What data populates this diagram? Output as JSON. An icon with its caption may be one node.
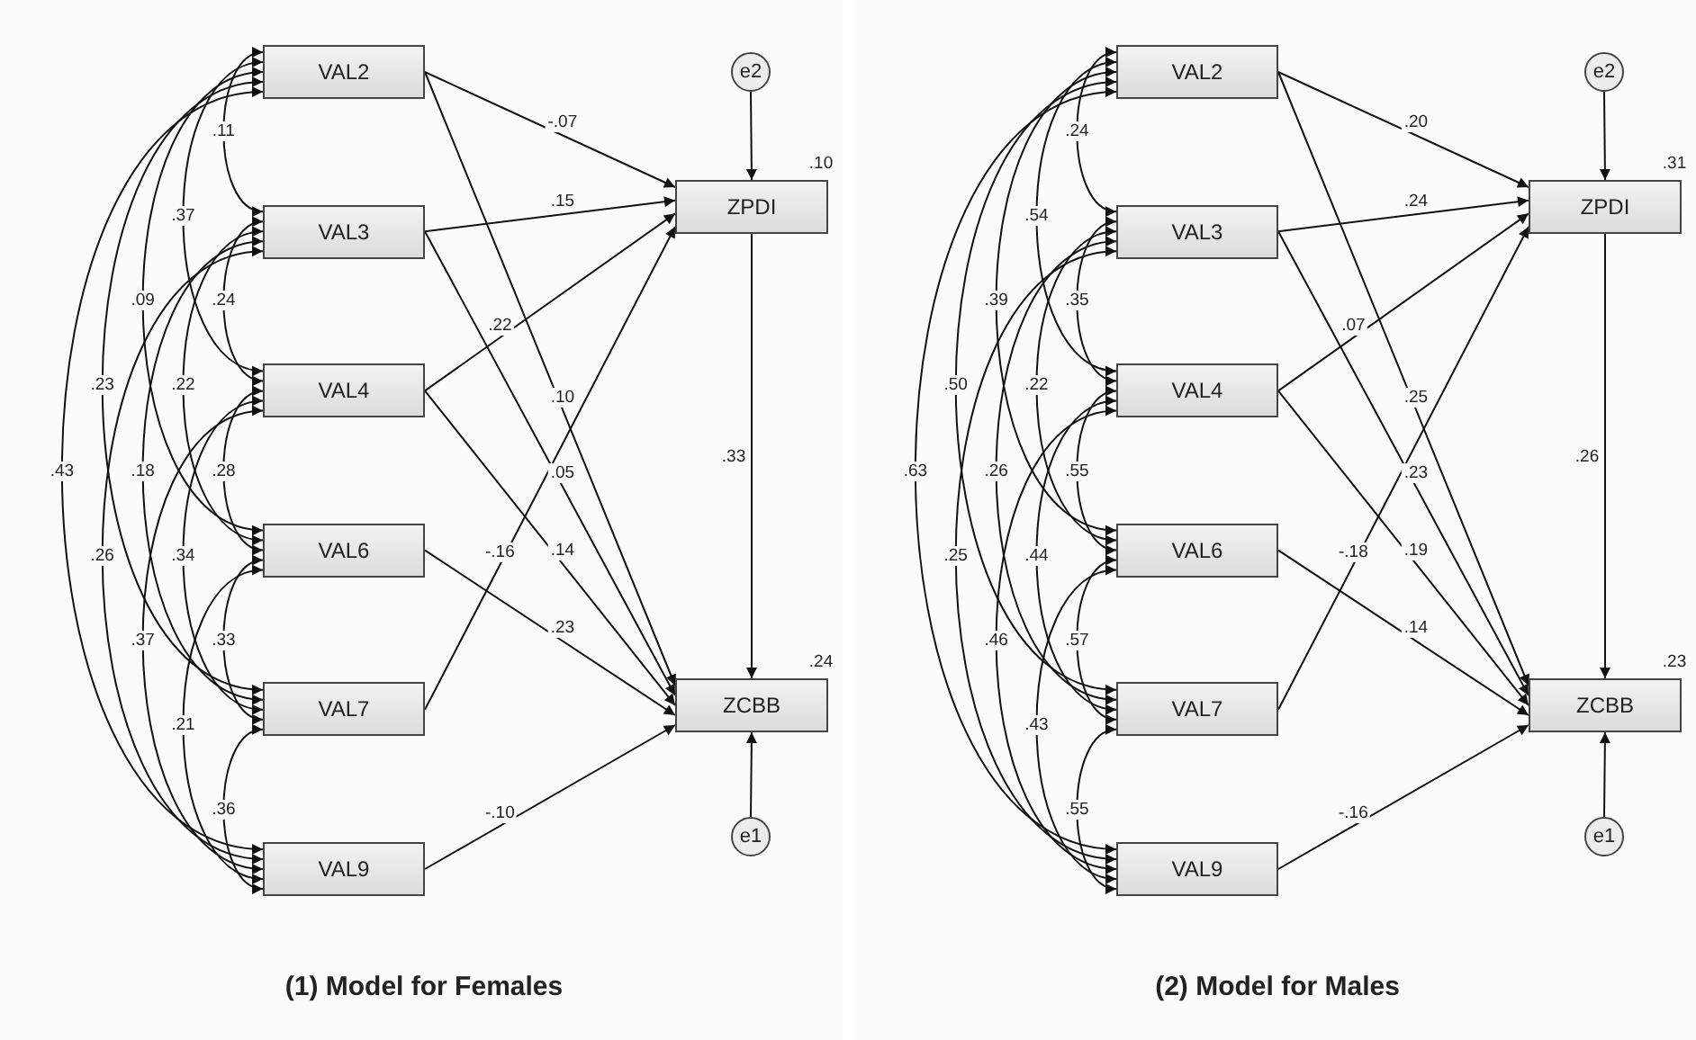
{
  "diagram": {
    "nodes": [
      {
        "text": [
          "(1) Model for Females"
        ]
      },
      {
        "text": [
          "VAL2"
        ],
        "in": 0
      },
      {
        "text": [
          "VAL3"
        ],
        "in": 0
      },
      {
        "text": [
          "VAL4"
        ],
        "in": 0
      },
      {
        "text": [
          "VAL6"
        ],
        "in": 0
      },
      {
        "text": [
          "VAL7"
        ],
        "in": 0
      },
      {
        "text": [
          "VAL9"
        ],
        "in": 0
      },
      {
        "text": [
          "ZPDI"
        ],
        "in": 0,
        "beside": [
          ".10"
        ]
      },
      {
        "text": [
          "ZCBB"
        ],
        "in": 0,
        "beside": [
          ".24"
        ]
      },
      {
        "text": [
          "e2"
        ],
        "in": 0
      },
      {
        "text": [
          "e1"
        ],
        "in": 0
      },
      {
        "text": [
          "(2) Model for Males"
        ]
      },
      {
        "text": [
          "VAL2"
        ],
        "in": 11
      },
      {
        "text": [
          "VAL3"
        ],
        "in": 11
      },
      {
        "text": [
          "VAL4"
        ],
        "in": 11
      },
      {
        "text": [
          "VAL6"
        ],
        "in": 11
      },
      {
        "text": [
          "VAL7"
        ],
        "in": 11
      },
      {
        "text": [
          "VAL9"
        ],
        "in": 11
      },
      {
        "text": [
          "ZPDI"
        ],
        "in": 11,
        "beside": [
          ".31"
        ]
      },
      {
        "text": [
          "ZCBB"
        ],
        "in": 11,
        "beside": [
          ".23"
        ]
      },
      {
        "text": [
          "e2"
        ],
        "in": 11
      },
      {
        "text": [
          "e1"
        ],
        "in": 11
      }
    ],
    "edges": [
      {
        "from": 1,
        "to": 7,
        "arrow": "to",
        "label": "-.07"
      },
      {
        "from": 2,
        "to": 7,
        "arrow": "to",
        "label": ".15"
      },
      {
        "from": 3,
        "to": 7,
        "arrow": "to",
        "label": ".22"
      },
      {
        "from": 5,
        "to": 7,
        "arrow": "to",
        "label": "-.16"
      },
      {
        "from": 1,
        "to": 8,
        "arrow": "to",
        "label": ".10"
      },
      {
        "from": 2,
        "to": 8,
        "arrow": "to",
        "label": ".05"
      },
      {
        "from": 3,
        "to": 8,
        "arrow": "to",
        "label": ".14"
      },
      {
        "from": 4,
        "to": 8,
        "arrow": "to",
        "label": ".23"
      },
      {
        "from": 6,
        "to": 8,
        "arrow": "to",
        "label": "-.10"
      },
      {
        "from": 7,
        "to": 8,
        "arrow": "to",
        "label": ".33"
      },
      {
        "from": 9,
        "to": 7,
        "arrow": "to"
      },
      {
        "from": 10,
        "to": 8,
        "arrow": "to"
      },
      {
        "from": 1,
        "to": 2,
        "arrow": "both",
        "label": ".11"
      },
      {
        "from": 1,
        "to": 3,
        "arrow": "both",
        "label": ".37"
      },
      {
        "from": 1,
        "to": 4,
        "arrow": "both",
        "label": ".09"
      },
      {
        "from": 1,
        "to": 5,
        "arrow": "both",
        "label": ".23"
      },
      {
        "from": 1,
        "to": 6,
        "arrow": "both",
        "label": ".43"
      },
      {
        "from": 2,
        "to": 3,
        "arrow": "both",
        "label": ".24"
      },
      {
        "from": 2,
        "to": 4,
        "arrow": "both",
        "label": ".22"
      },
      {
        "from": 2,
        "to": 5,
        "arrow": "both",
        "label": ".18"
      },
      {
        "from": 2,
        "to": 6,
        "arrow": "both",
        "label": ".26"
      },
      {
        "from": 3,
        "to": 4,
        "arrow": "both",
        "label": ".28"
      },
      {
        "from": 3,
        "to": 5,
        "arrow": "both",
        "label": ".34"
      },
      {
        "from": 3,
        "to": 6,
        "arrow": "both",
        "label": ".37"
      },
      {
        "from": 4,
        "to": 5,
        "arrow": "both",
        "label": ".33"
      },
      {
        "from": 4,
        "to": 6,
        "arrow": "both",
        "label": ".21"
      },
      {
        "from": 5,
        "to": 6,
        "arrow": "both",
        "label": ".36"
      },
      {
        "from": 12,
        "to": 18,
        "arrow": "to",
        "label": ".20"
      },
      {
        "from": 13,
        "to": 18,
        "arrow": "to",
        "label": ".24"
      },
      {
        "from": 14,
        "to": 18,
        "arrow": "to",
        "label": ".07"
      },
      {
        "from": 16,
        "to": 18,
        "arrow": "to",
        "label": "-.18"
      },
      {
        "from": 12,
        "to": 19,
        "arrow": "to",
        "label": ".25"
      },
      {
        "from": 13,
        "to": 19,
        "arrow": "to",
        "label": ".23"
      },
      {
        "from": 14,
        "to": 19,
        "arrow": "to",
        "label": ".19"
      },
      {
        "from": 15,
        "to": 19,
        "arrow": "to",
        "label": ".14"
      },
      {
        "from": 17,
        "to": 19,
        "arrow": "to",
        "label": "-.16"
      },
      {
        "from": 18,
        "to": 19,
        "arrow": "to",
        "label": ".26"
      },
      {
        "from": 20,
        "to": 18,
        "arrow": "to"
      },
      {
        "from": 21,
        "to": 19,
        "arrow": "to"
      },
      {
        "from": 12,
        "to": 13,
        "arrow": "both",
        "label": ".24"
      },
      {
        "from": 12,
        "to": 14,
        "arrow": "both",
        "label": ".54"
      },
      {
        "from": 12,
        "to": 15,
        "arrow": "both",
        "label": ".39"
      },
      {
        "from": 12,
        "to": 16,
        "arrow": "both",
        "label": ".50"
      },
      {
        "from": 12,
        "to": 17,
        "arrow": "both",
        "label": ".63"
      },
      {
        "from": 13,
        "to": 14,
        "arrow": "both",
        "label": ".35"
      },
      {
        "from": 13,
        "to": 15,
        "arrow": "both",
        "label": ".22"
      },
      {
        "from": 13,
        "to": 16,
        "arrow": "both",
        "label": ".26"
      },
      {
        "from": 13,
        "to": 17,
        "arrow": "both",
        "label": ".25"
      },
      {
        "from": 14,
        "to": 15,
        "arrow": "both",
        "label": ".55"
      },
      {
        "from": 14,
        "to": 16,
        "arrow": "both",
        "label": ".44"
      },
      {
        "from": 14,
        "to": 17,
        "arrow": "both",
        "label": ".46"
      },
      {
        "from": 15,
        "to": 16,
        "arrow": "both",
        "label": ".57"
      },
      {
        "from": 15,
        "to": 17,
        "arrow": "both",
        "label": ".43"
      },
      {
        "from": 16,
        "to": 17,
        "arrow": "both",
        "label": ".55"
      }
    ]
  }
}
